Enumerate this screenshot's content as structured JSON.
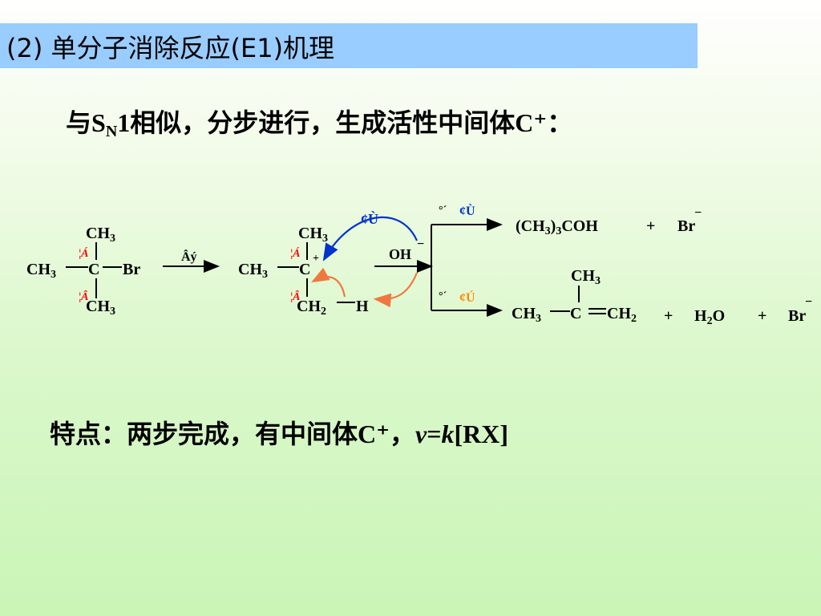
{
  "title": "(2) 单分子消除反应(E1)机理",
  "intro": {
    "prefix": "与S",
    "sub": "N",
    "suffix": "1相似，分步进行，生成活性中间体C⁺："
  },
  "reactant": {
    "ch3_top": "CH",
    "ch3_left": "CH",
    "c": "C",
    "br": "Br",
    "ch3_bottom": "CH",
    "three": "3",
    "garble_top": "¦Á",
    "garble_bottom": "¦Â"
  },
  "step1_label": "Âý",
  "intermediate": {
    "ch3_top": "CH",
    "ch3_left": "CH",
    "c": "C",
    "plus": "+",
    "ch2": "CH",
    "two": "2",
    "h": "H",
    "three": "3",
    "garble_top": "¦Á",
    "garble_bottom": "¦Â",
    "blue_label": "¢Ù"
  },
  "hydroxide": {
    "label": "OH",
    "charge": "−"
  },
  "branch_top": {
    "label_a": "°´",
    "label_b": "¢Ù",
    "product": "(CH",
    "product_mid": "3",
    "product_sub": ")",
    "product_tail": "COH",
    "plus": "+",
    "br": "Br",
    "br_charge": "−"
  },
  "branch_bottom": {
    "label_a": "°´",
    "label_b": "¢Ú",
    "ch3_top": "CH",
    "ch3_left": "CH",
    "c": "C",
    "ch2": "CH",
    "plus1": "+",
    "h2o_h": "H",
    "h2o_o": "O",
    "plus2": "+",
    "br": "Br",
    "br_charge": "−"
  },
  "feature": {
    "text": "特点：两步完成，有中间体C⁺，",
    "v": "v",
    "eq": "=",
    "k": "k",
    "rx": "[RX]"
  },
  "colors": {
    "title_bar": "#99ccff",
    "red_label": "#ff0000",
    "blue_arrow": "#0033cc",
    "orange_arrow": "#f07840"
  }
}
